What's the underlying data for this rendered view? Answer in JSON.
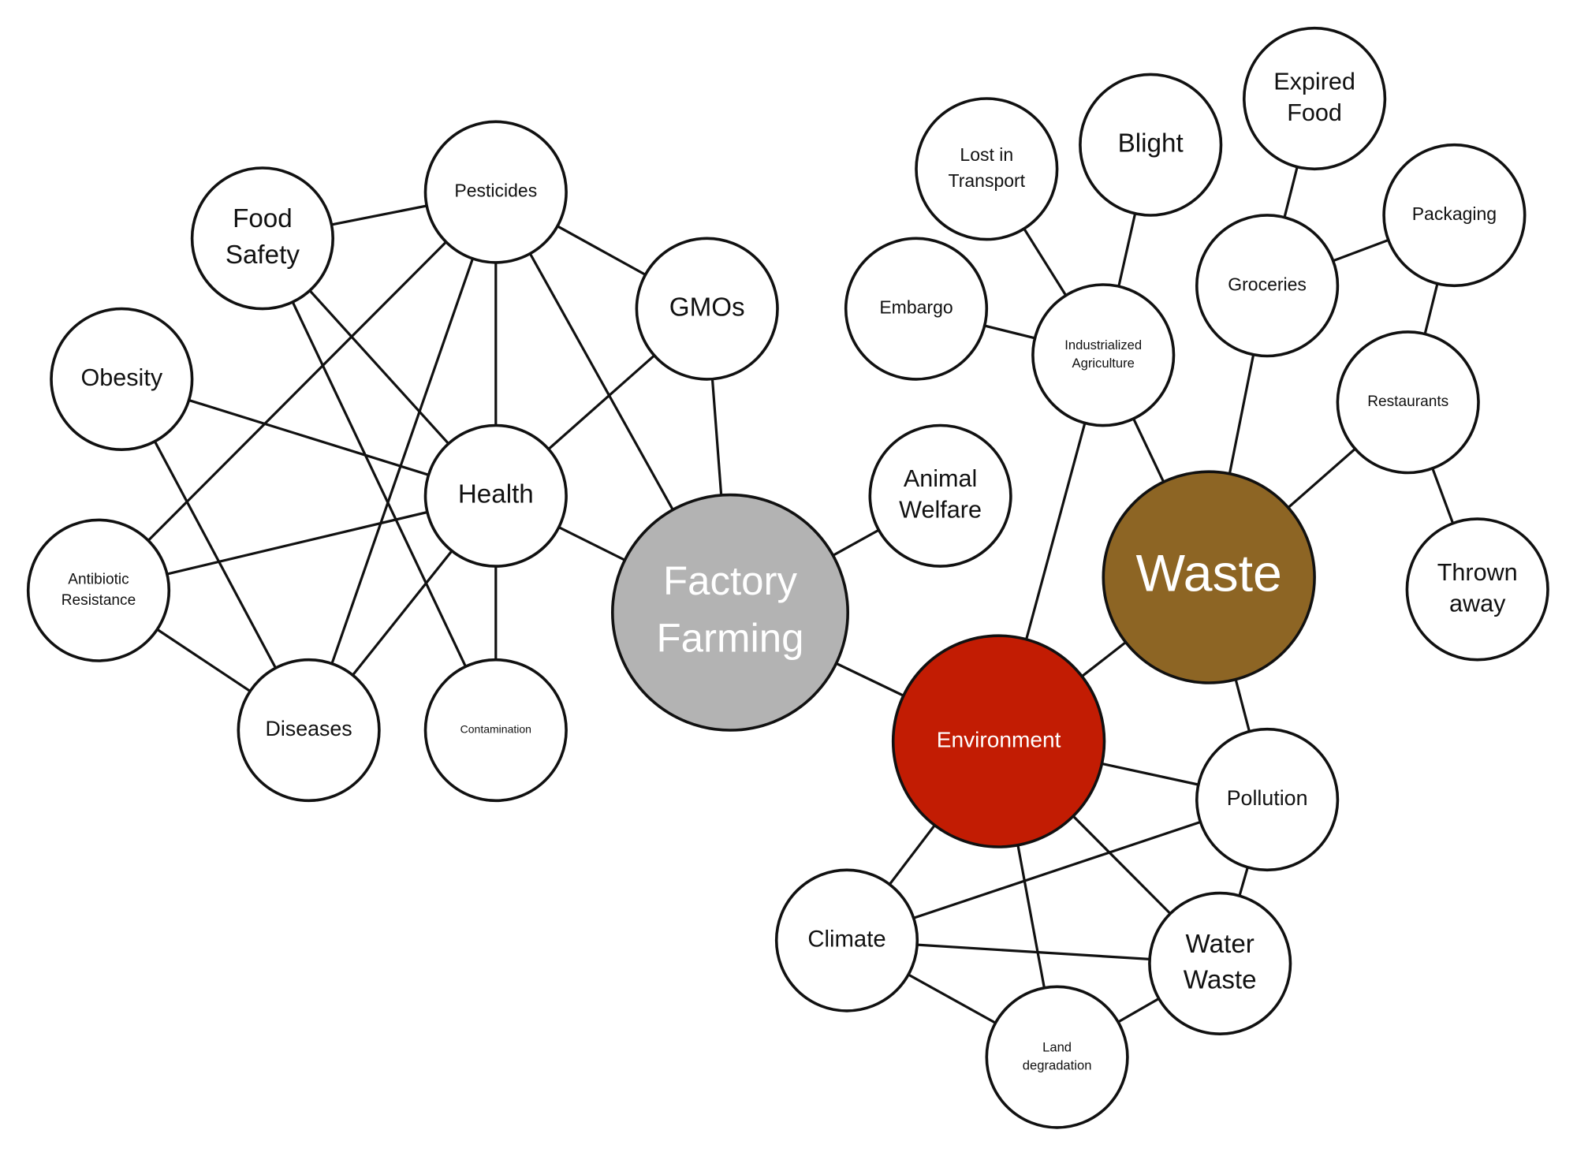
{
  "diagram": {
    "nodes": {
      "factory_farming": {
        "lines": [
          "Factory",
          "Farming"
        ],
        "fill": "#b3b3b3",
        "text_color": "#ffffff"
      },
      "environment": {
        "lines": [
          "Environment"
        ],
        "fill": "#c21c03",
        "text_color": "#ffffff"
      },
      "waste": {
        "lines": [
          "Waste"
        ],
        "fill": "#8d6524",
        "text_color": "#ffffff"
      },
      "health": {
        "lines": [
          "Health"
        ],
        "fill": "#ffffff",
        "text_color": "#111111"
      },
      "pesticides": {
        "lines": [
          "Pesticides"
        ],
        "fill": "#ffffff",
        "text_color": "#111111"
      },
      "food_safety": {
        "lines": [
          "Food",
          "Safety"
        ],
        "fill": "#ffffff",
        "text_color": "#111111"
      },
      "obesity": {
        "lines": [
          "Obesity"
        ],
        "fill": "#ffffff",
        "text_color": "#111111"
      },
      "antibiotic_resistance": {
        "lines": [
          "Antibiotic",
          "Resistance"
        ],
        "fill": "#ffffff",
        "text_color": "#111111"
      },
      "diseases": {
        "lines": [
          "Diseases"
        ],
        "fill": "#ffffff",
        "text_color": "#111111"
      },
      "contamination": {
        "lines": [
          "Contamination"
        ],
        "fill": "#ffffff",
        "text_color": "#111111"
      },
      "gmos": {
        "lines": [
          "GMOs"
        ],
        "fill": "#ffffff",
        "text_color": "#111111"
      },
      "animal_welfare": {
        "lines": [
          "Animal",
          "Welfare"
        ],
        "fill": "#ffffff",
        "text_color": "#111111"
      },
      "lost_in_transport": {
        "lines": [
          "Lost in",
          "Transport"
        ],
        "fill": "#ffffff",
        "text_color": "#111111"
      },
      "blight": {
        "lines": [
          "Blight"
        ],
        "fill": "#ffffff",
        "text_color": "#111111"
      },
      "embargo": {
        "lines": [
          "Embargo"
        ],
        "fill": "#ffffff",
        "text_color": "#111111"
      },
      "industrialized_agriculture": {
        "lines": [
          "Industrialized",
          "Agriculture"
        ],
        "fill": "#ffffff",
        "text_color": "#111111"
      },
      "expired_food": {
        "lines": [
          "Expired",
          "Food"
        ],
        "fill": "#ffffff",
        "text_color": "#111111"
      },
      "groceries": {
        "lines": [
          "Groceries"
        ],
        "fill": "#ffffff",
        "text_color": "#111111"
      },
      "packaging": {
        "lines": [
          "Packaging"
        ],
        "fill": "#ffffff",
        "text_color": "#111111"
      },
      "restaurants": {
        "lines": [
          "Restaurants"
        ],
        "fill": "#ffffff",
        "text_color": "#111111"
      },
      "thrown_away": {
        "lines": [
          "Thrown",
          "away"
        ],
        "fill": "#ffffff",
        "text_color": "#111111"
      },
      "pollution": {
        "lines": [
          "Pollution"
        ],
        "fill": "#ffffff",
        "text_color": "#111111"
      },
      "water_waste": {
        "lines": [
          "Water",
          "Waste"
        ],
        "fill": "#ffffff",
        "text_color": "#111111"
      },
      "climate": {
        "lines": [
          "Climate"
        ],
        "fill": "#ffffff",
        "text_color": "#111111"
      },
      "land_degradation": {
        "lines": [
          "Land",
          "degradation"
        ],
        "fill": "#ffffff",
        "text_color": "#111111"
      }
    },
    "edges": [
      [
        "food_safety",
        "pesticides"
      ],
      [
        "food_safety",
        "health"
      ],
      [
        "food_safety",
        "contamination"
      ],
      [
        "pesticides",
        "health"
      ],
      [
        "pesticides",
        "gmos"
      ],
      [
        "pesticides",
        "factory_farming"
      ],
      [
        "pesticides",
        "antibiotic_resistance"
      ],
      [
        "pesticides",
        "diseases"
      ],
      [
        "obesity",
        "health"
      ],
      [
        "obesity",
        "diseases"
      ],
      [
        "antibiotic_resistance",
        "health"
      ],
      [
        "antibiotic_resistance",
        "diseases"
      ],
      [
        "diseases",
        "health"
      ],
      [
        "health",
        "gmos"
      ],
      [
        "health",
        "contamination"
      ],
      [
        "health",
        "factory_farming"
      ],
      [
        "gmos",
        "factory_farming"
      ],
      [
        "factory_farming",
        "animal_welfare"
      ],
      [
        "factory_farming",
        "environment"
      ],
      [
        "environment",
        "waste"
      ],
      [
        "environment",
        "industrialized_agriculture"
      ],
      [
        "environment",
        "pollution"
      ],
      [
        "environment",
        "water_waste"
      ],
      [
        "environment",
        "climate"
      ],
      [
        "environment",
        "land_degradation"
      ],
      [
        "waste",
        "industrialized_agriculture"
      ],
      [
        "waste",
        "groceries"
      ],
      [
        "waste",
        "restaurants"
      ],
      [
        "waste",
        "pollution"
      ],
      [
        "industrialized_agriculture",
        "lost_in_transport"
      ],
      [
        "industrialized_agriculture",
        "blight"
      ],
      [
        "industrialized_agriculture",
        "embargo"
      ],
      [
        "groceries",
        "expired_food"
      ],
      [
        "groceries",
        "packaging"
      ],
      [
        "packaging",
        "restaurants"
      ],
      [
        "restaurants",
        "thrown_away"
      ],
      [
        "pollution",
        "water_waste"
      ],
      [
        "pollution",
        "climate"
      ],
      [
        "climate",
        "water_waste"
      ],
      [
        "climate",
        "land_degradation"
      ],
      [
        "land_degradation",
        "water_waste"
      ]
    ]
  }
}
